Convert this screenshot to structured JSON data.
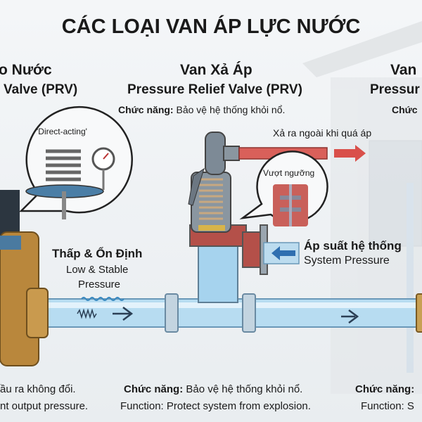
{
  "title": "CÁC LOẠI VAN ÁP LỰC NƯỚC",
  "left": {
    "title_vi": "o Nước",
    "title_en": "Valve (PRV)",
    "bubble_label": "'Direct-acting'",
    "pressure_vi": "Thấp & Ổn Định",
    "pressure_en_1": "Low & Stable",
    "pressure_en_2": "Pressure",
    "footer_vi": "ầu ra không đổi.",
    "footer_en": "nt output pressure."
  },
  "middle": {
    "title_vi": "Van Xả Áp",
    "title_en": "Pressure Relief Valve (PRV)",
    "function_label": "Chức năng:",
    "function_text": " Bảo vệ hệ thống khỏi nổ.",
    "discharge_label": "Xả ra ngoài khi quá áp",
    "bubble_label": "Vượt ngưỡng",
    "system_pressure_vi": "Áp suất hệ thống",
    "system_pressure_en": "System Pressure",
    "footer_label": "Chức năng:",
    "footer_vi": " Bảo vệ hệ thống khỏi nổ.",
    "footer_en": "Function: Protect system from explosion."
  },
  "right": {
    "title_vi": "Van",
    "title_en": "Pressur",
    "function_label": "Chức",
    "footer_label": "Chức năng:",
    "footer_en": "Function: S"
  },
  "colors": {
    "water": "#a9d4ee",
    "hot_pipe": "#d9605a",
    "brass": "#b9873c",
    "arrow_blue": "#2f6fb0"
  }
}
